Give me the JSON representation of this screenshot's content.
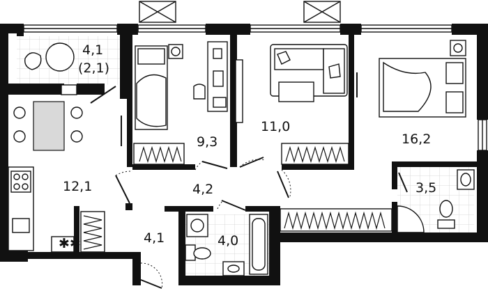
{
  "rooms": [
    {
      "id": "balcony",
      "area": "4,1",
      "sub": "(2,1)"
    },
    {
      "id": "kitchen",
      "area": "12,1"
    },
    {
      "id": "bedroom-small",
      "area": "9,3"
    },
    {
      "id": "living",
      "area": "11,0"
    },
    {
      "id": "bedroom-master",
      "area": "16,2"
    },
    {
      "id": "hall",
      "area": "4,2"
    },
    {
      "id": "entry",
      "area": "4,1"
    },
    {
      "id": "bathroom",
      "area": "4,0"
    },
    {
      "id": "wc",
      "area": "3,5"
    }
  ],
  "colors": {
    "wall": "#111111",
    "background": "#ffffff",
    "tile": "#cfcfcf"
  }
}
